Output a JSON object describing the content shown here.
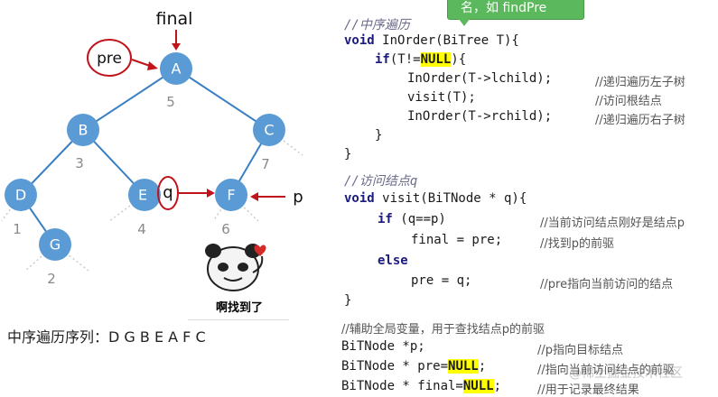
{
  "tree": {
    "nodes": [
      {
        "id": "A",
        "label": "A",
        "order": "5"
      },
      {
        "id": "B",
        "label": "B",
        "order": "3"
      },
      {
        "id": "C",
        "label": "C",
        "order": "7"
      },
      {
        "id": "D",
        "label": "D",
        "order": "1"
      },
      {
        "id": "E",
        "label": "E",
        "order": "4"
      },
      {
        "id": "F",
        "label": "F",
        "order": "6"
      },
      {
        "id": "G",
        "label": "G",
        "order": "2"
      }
    ],
    "annotations": {
      "final": "final",
      "pre": "pre",
      "q": "q",
      "p": "p"
    }
  },
  "meme": {
    "caption": "啊找到了"
  },
  "sequence": "中序遍历序列：D G B E A F C",
  "callout": "名，如 findPre",
  "code": {
    "inorder_comment": "//中序遍历",
    "inorder_sig_kw": "void",
    "inorder_sig_rest": " InOrder(BiTree T){",
    "if_kw": "if",
    "if_pre": "(T!=",
    "if_null": "NULL",
    "if_post": "){",
    "call_left": "InOrder(T->lchild);",
    "call_left_comment": "//递归遍历左子树",
    "call_visit": "visit(T);",
    "call_visit_comment": "//访问根结点",
    "call_right": "InOrder(T->rchild);",
    "call_right_comment": "//递归遍历右子树",
    "close_inner": "}",
    "close_outer": "}",
    "visit_comment": "//访问结点q",
    "visit_sig_kw": "void",
    "visit_sig_rest": " visit(BiTNode * q){",
    "if2_kw": "if",
    "if2_rest": " (q==p)",
    "if2_comment": "//当前访问结点刚好是结点p",
    "final_assign": "final = pre;",
    "final_comment": "//找到p的前驱",
    "else_kw": "else",
    "pre_assign": "pre = q;",
    "pre_comment": "//pre指向当前访问的结点",
    "close_visit": "}",
    "global_comment": "//辅助全局变量，用于查找结点p的前驱",
    "g1_decl": "BiTNode *p;",
    "g1_comment": "//p指向目标结点",
    "g2_pre": "BiTNode * pre=",
    "g2_null": "NULL",
    "g2_post": ";",
    "g2_comment": "//指向当前访问结点的前驱",
    "g3_pre": "BiTNode * final=",
    "g3_null": "NULL",
    "g3_post": ";",
    "g3_comment": "//用于记录最终结果"
  },
  "watermark": "@稀土掘金技术社区",
  "colors": {
    "node": "#5b9bd5",
    "edge": "#3a7fc4",
    "highlight_red": "#c0141c",
    "null_highlight": "#ffff00",
    "callout": "#5cb85c"
  }
}
